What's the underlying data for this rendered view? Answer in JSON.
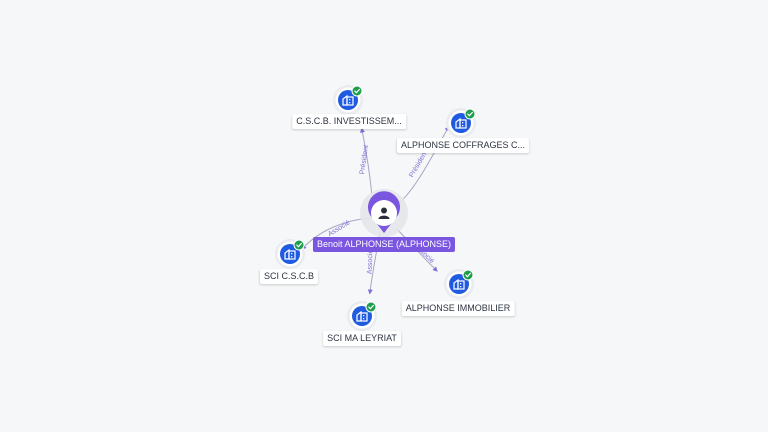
{
  "center": {
    "name": "Benoit ALPHONSE (ALPHONSE)",
    "icon": "person-icon"
  },
  "colors": {
    "background": "#f6f7f8",
    "edge": "#a3a8c4",
    "edge_label": "#7d6fd8",
    "company_icon": "#1f5be0",
    "check_badge": "#1e9e4a",
    "center_accent": "#7a55e0"
  },
  "companies": [
    {
      "id": "cscb-inv",
      "name": "C.S.C.B. INVESTISSEM...",
      "relation": "Président",
      "icon": "building-icon",
      "verified": true
    },
    {
      "id": "alph-coff",
      "name": "ALPHONSE COFFRAGES C...",
      "relation": "Président",
      "icon": "building-icon",
      "verified": true
    },
    {
      "id": "sci-cscb",
      "name": "SCI C.S.C.B",
      "relation": "Associé",
      "icon": "building-icon",
      "verified": true
    },
    {
      "id": "sci-ma",
      "name": "SCI MA LEYRIAT",
      "relation": "Associé",
      "icon": "building-icon",
      "verified": true
    },
    {
      "id": "alph-imm",
      "name": "ALPHONSE IMMOBILIER",
      "relation": "Associé",
      "icon": "building-icon",
      "verified": true
    }
  ]
}
